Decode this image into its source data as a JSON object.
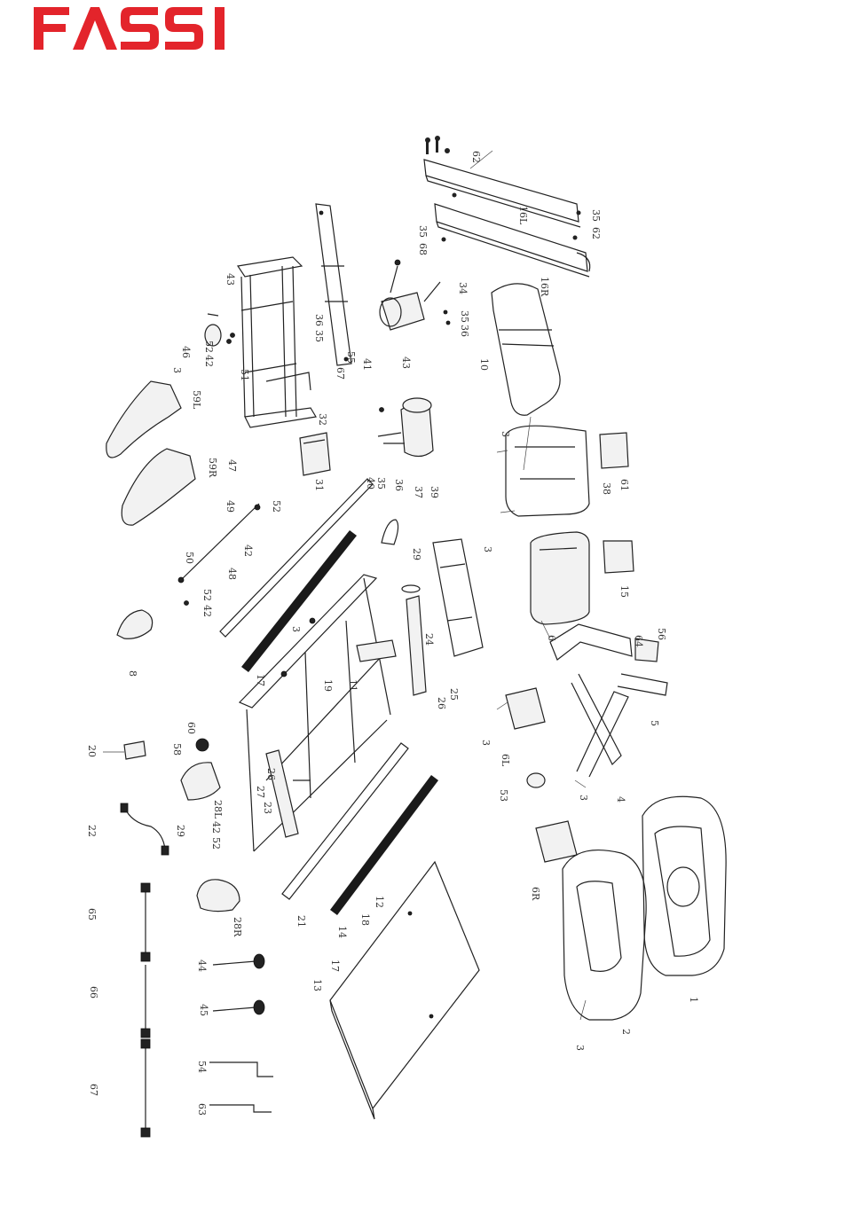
{
  "brand": {
    "logo_text": "FASSI",
    "color": "#e3242b"
  },
  "labels": [
    "62",
    "16L",
    "35",
    "62",
    "35",
    "68",
    "16R",
    "34",
    "35",
    "36",
    "43",
    "10",
    "43",
    "46",
    "52",
    "42",
    "36",
    "35",
    "55",
    "67",
    "41",
    "51",
    "3",
    "59L",
    "32",
    "31",
    "35",
    "40",
    "36",
    "37",
    "3",
    "61",
    "38",
    "47",
    "59R",
    "49",
    "52",
    "42",
    "50",
    "48",
    "52",
    "42",
    "20",
    "29",
    "39",
    "3",
    "15",
    "8",
    "3",
    "11",
    "19",
    "24",
    "25",
    "26",
    "6",
    "56",
    "64",
    "17",
    "60",
    "58",
    "26",
    "27",
    "23",
    "3",
    "6L",
    "53",
    "5",
    "4",
    "3",
    "28L",
    "22",
    "29",
    "42",
    "52",
    "21",
    "14",
    "12",
    "18",
    "6R",
    "1",
    "2",
    "3",
    "28R",
    "65",
    "44",
    "17",
    "13",
    "45",
    "66",
    "54",
    "63",
    "67"
  ]
}
